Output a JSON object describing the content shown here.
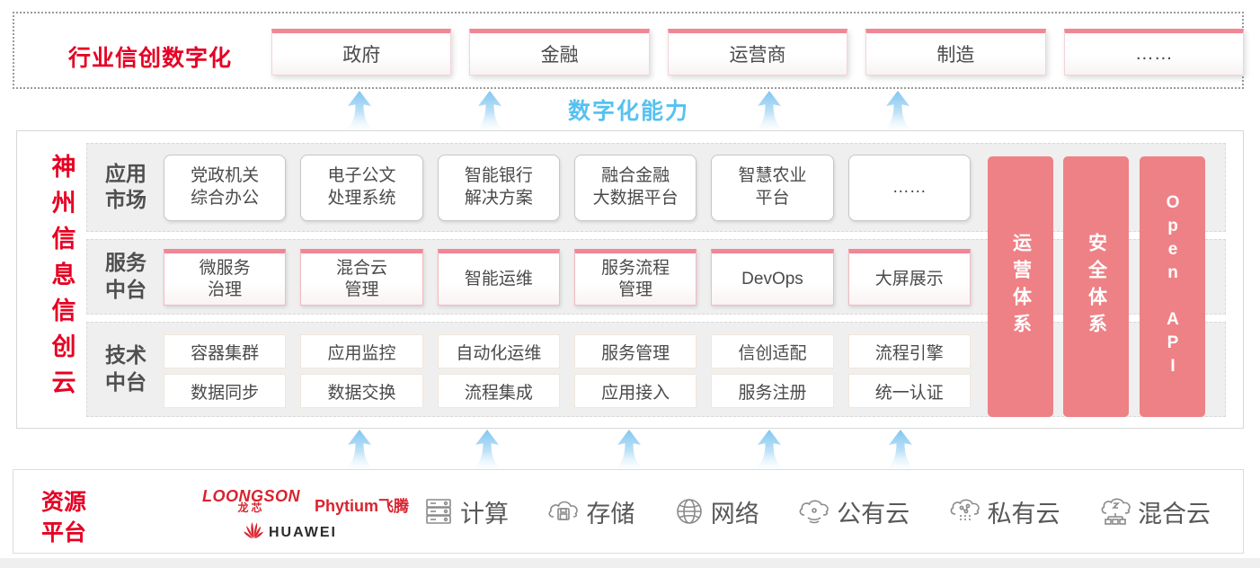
{
  "top_band": {
    "title": "行业信创数字化",
    "industries": [
      "政府",
      "金融",
      "运营商",
      "制造",
      "……"
    ]
  },
  "capability_label": "数字化能力",
  "platform": {
    "vertical_title": "神州信息信创云",
    "rows": [
      {
        "label": "应用\n市场",
        "items": [
          "党政机关\n综合办公",
          "电子公文\n处理系统",
          "智能银行\n解决方案",
          "融合金融\n大数据平台",
          "智慧农业\n平台",
          "……"
        ]
      },
      {
        "label": "服务\n中台",
        "items": [
          "微服务\n治理",
          "混合云\n管理",
          "智能运维",
          "服务流程\n管理",
          "DevOps",
          "大屏展示"
        ]
      },
      {
        "label": "技术\n中台",
        "items_top": [
          "容器集群",
          "应用监控",
          "自动化运维",
          "服务管理",
          "信创适配",
          "流程引擎"
        ],
        "items_bottom": [
          "数据同步",
          "数据交换",
          "流程集成",
          "应用接入",
          "服务注册",
          "统一认证"
        ]
      }
    ],
    "side_bars": [
      "运营体系",
      "安全体系",
      "Open API"
    ]
  },
  "resources": {
    "label": "资源\n平台",
    "logos": {
      "loongson": "LOONGSON",
      "loongson_cn": "龙芯",
      "phytium": "Phytium",
      "phytium_cn": "飞腾",
      "huawei": "HUAWEI"
    },
    "items": [
      {
        "icon": "compute-icon",
        "label": "计算"
      },
      {
        "icon": "storage-icon",
        "label": "存储"
      },
      {
        "icon": "network-icon",
        "label": "网络"
      },
      {
        "icon": "public-cloud-icon",
        "label": "公有云"
      },
      {
        "icon": "private-cloud-icon",
        "label": "私有云"
      },
      {
        "icon": "hybrid-cloud-icon",
        "label": "混合云"
      }
    ]
  },
  "colors": {
    "brand_red": "#e60023",
    "capability_blue": "#56c1f0",
    "bar_pink": "#ee8186"
  }
}
